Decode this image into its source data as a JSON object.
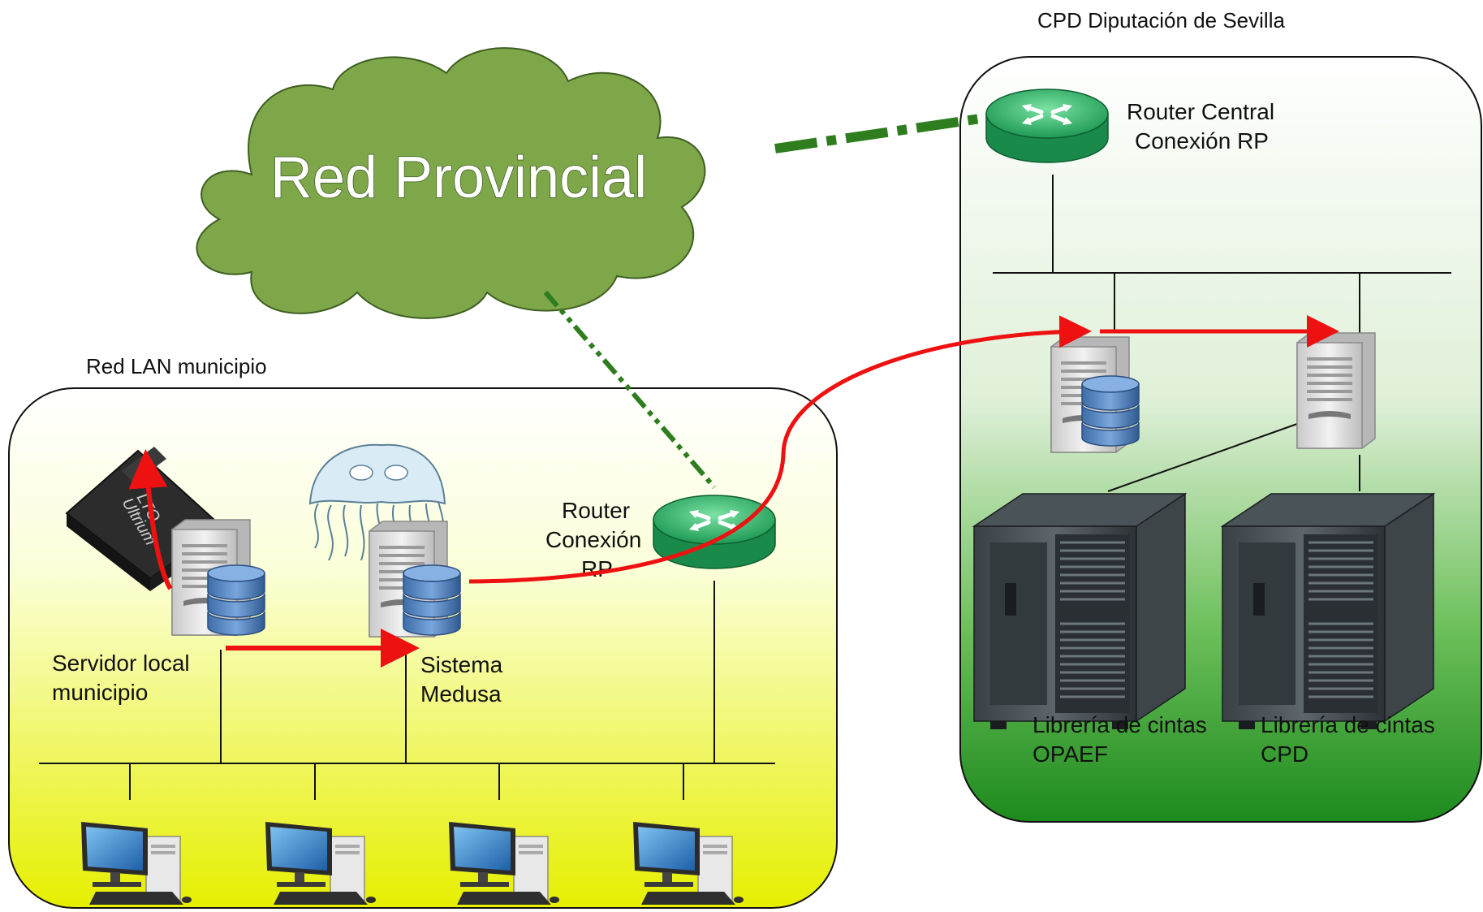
{
  "diagram": {
    "cloud_label": "Red Provincial",
    "lan": {
      "title": "Red LAN municipio",
      "server_label": [
        "Servidor local",
        "municipio"
      ],
      "medusa_label": [
        "Sistema",
        "Medusa"
      ],
      "router_label": [
        "Router",
        "Conexión",
        "RP"
      ],
      "tape_brand": [
        "LTO",
        "Ultrium"
      ]
    },
    "cpd": {
      "title": "CPD Diputación de Sevilla",
      "router_label": [
        "Router Central",
        "Conexión RP"
      ],
      "library_opaef": [
        "Librería de cintas",
        "OPAEF"
      ],
      "library_cpd": [
        "Librería de cintas",
        "CPD"
      ]
    },
    "colors": {
      "cloud": "#7ea74a",
      "link_dashed": "#2e7d1e",
      "data_flow": "#ee1111",
      "lan_gradient_top": "#ffffff",
      "lan_gradient_bottom": "#e8f000",
      "cpd_gradient_top": "#ffffff",
      "cpd_gradient_bottom": "#1f8a1f"
    }
  }
}
